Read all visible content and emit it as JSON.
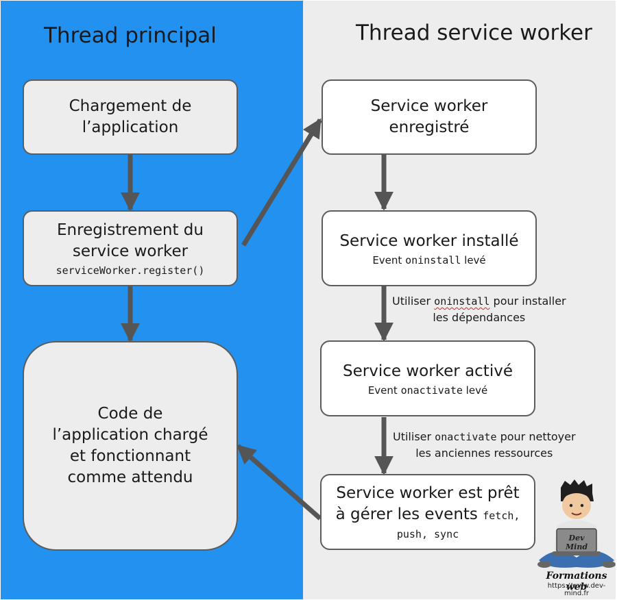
{
  "titles": {
    "left": "Thread principal",
    "right": "Thread service worker"
  },
  "main_thread": {
    "loading": {
      "line1": "Chargement de",
      "line2": "l’application"
    },
    "registration": {
      "line1": "Enregistrement du",
      "line2": "service worker",
      "code": "serviceWorker.register()"
    },
    "loaded": {
      "line1": "Code de",
      "line2": "l’application chargé",
      "line3": "et fonctionnant",
      "line4": "comme attendu"
    }
  },
  "sw_thread": {
    "registered": {
      "line1": "Service worker",
      "line2": "enregistré"
    },
    "installed": {
      "title": "Service worker installé",
      "sub_prefix": "Event",
      "sub_code": "oninstall",
      "sub_suffix": "levé"
    },
    "activated": {
      "title": "Service worker activé",
      "sub_prefix": "Event",
      "sub_code": "onactivate",
      "sub_suffix": "levé"
    },
    "ready": {
      "line1": "Service worker est prêt",
      "line2_text": "à gérer les events",
      "line2_code": "fetch,",
      "line3_code": "push, sync"
    }
  },
  "notes": {
    "install": {
      "prefix": "Utiliser",
      "code": "oninstall",
      "suffix": "pour installer",
      "line2": "les dépendances"
    },
    "activate": {
      "prefix": "Utiliser",
      "code": "onactivate",
      "suffix": "pour nettoyer",
      "line2": "les anciennes ressources"
    }
  },
  "logo": {
    "badge": "Dev Mind",
    "brand": "Formations web",
    "url": "https://www.dev-mind.fr"
  },
  "colors": {
    "left_panel": "#2391f0",
    "right_panel": "#ededed",
    "arrow": "#555555",
    "box_border": "#5c5c5c"
  }
}
